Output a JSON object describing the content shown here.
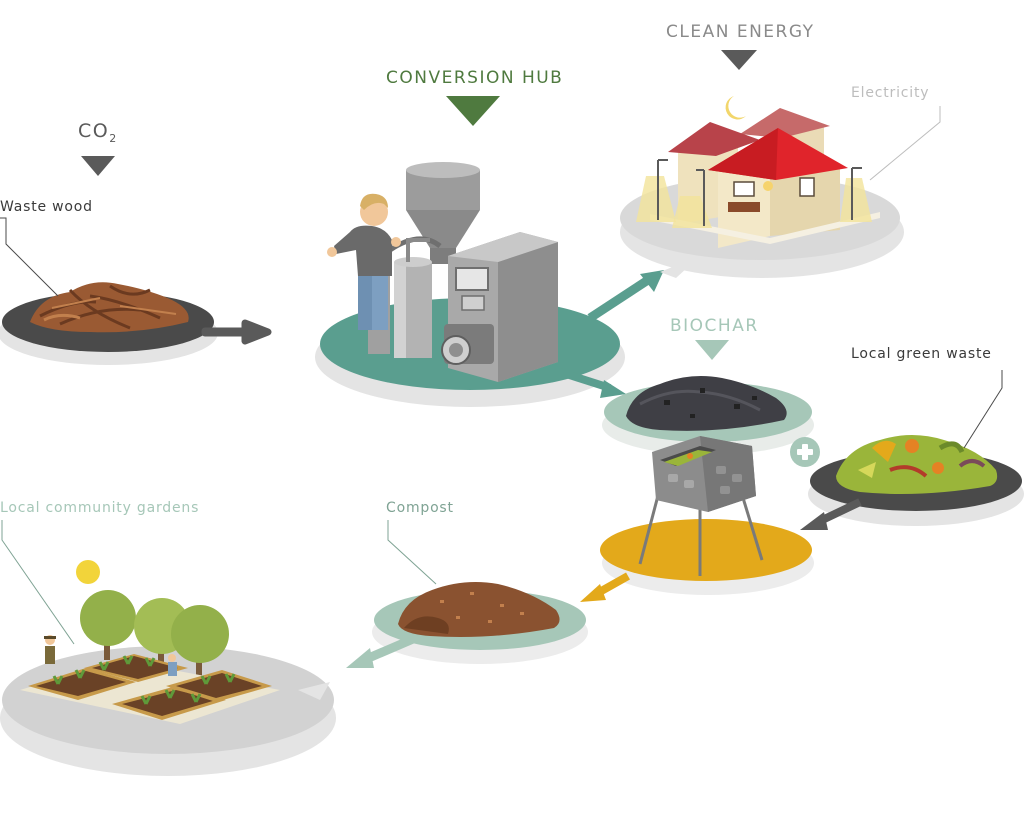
{
  "headers": {
    "co2": "CO",
    "co2_sub": "2",
    "conversion_hub": "CONVERSION HUB",
    "clean_energy": "CLEAN ENERGY",
    "biochar": "BIOCHAR"
  },
  "labels": {
    "waste_wood": "Waste wood",
    "electricity": "Electricity",
    "local_green_waste": "Local green waste",
    "compost": "Compost",
    "community_gardens": "Local community gardens"
  },
  "colors": {
    "teal": "#5a9e8f",
    "teal_light": "#a6c7b8",
    "grey_text": "#8a8a8a",
    "dark_grey": "#5a5a5a",
    "green_header": "#4f7a3f",
    "mustard": "#e3a91b",
    "plate_dark": "#4a4a4a",
    "plate_shadow": "#e4e4e4"
  },
  "icons": {
    "plus": "plus-icon"
  }
}
